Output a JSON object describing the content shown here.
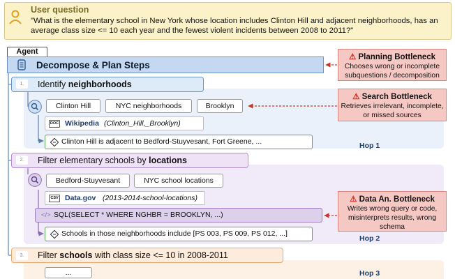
{
  "user_question": {
    "title": "User question",
    "text": "\"What is the elementary school in New York whose location includes Clinton Hill and adjacent  neighborhoods, has an average class size <= 10 each year and the fewest violent incidents between 2008 to 2011?\"",
    "icon": "user-icon"
  },
  "agent": {
    "tab_label": "Agent",
    "decompose_label": "Decompose & Plan Steps",
    "decompose_icon": "document-list-icon"
  },
  "steps": [
    {
      "num": "1.",
      "pre": "Identify ",
      "bold": "neighborhoods",
      "post": ""
    },
    {
      "num": "2.",
      "pre": "Filter elementary schools by ",
      "bold": "locations",
      "post": ""
    },
    {
      "num": "3.",
      "pre": "Filter ",
      "bold": "schools",
      "post": " with class size <= 10 in 2008-2011"
    }
  ],
  "hop1": {
    "label": "Hop 1",
    "search_terms": [
      "Clinton Hill",
      "NYC neighborhoods",
      "Brooklyn"
    ],
    "source_name": "Wikipedia",
    "source_detail": "(Clinton_Hill,_Brooklyn)",
    "source_icon_text": "DOC",
    "result": "Clinton Hill is adjacent to Bedford-Stuyvesant, Fort Greene, ..."
  },
  "hop2": {
    "label": "Hop 2",
    "search_terms": [
      "Bedford-Stuyvesant",
      "NYC school locations"
    ],
    "source_name": "Data.gov",
    "source_detail": "(2013-2014-school-locations)",
    "source_icon_text": "CSV",
    "query": "SQL(SELECT * WHERE NGHBR = BROOKLYN, ...)",
    "result": "Schools in those neighborhoods include [PS 003, PS 009, PS 012, ...]"
  },
  "hop3": {
    "label": "Hop 3",
    "placeholder": "..."
  },
  "bottlenecks": [
    {
      "title": "Planning Bottleneck",
      "lines": [
        "Chooses wrong or incomplete",
        "subquestions / decomposition"
      ]
    },
    {
      "title": "Search Bottleneck",
      "lines": [
        "Retrieves irrelevant, incomplete,",
        "or missed sources"
      ]
    },
    {
      "title": "Data An. Bottleneck",
      "lines": [
        "Writes wrong query or code,",
        "misinterprets results, wrong",
        "schema"
      ]
    }
  ],
  "colors": {
    "user_bg": "#fbf2c9",
    "agent_blue": "#c4d8f1",
    "hop1_bg": "#eaf1fa",
    "hop2_bg": "#f1eaf8",
    "hop3_bg": "#fdf0e4",
    "bottleneck_bg": "#f6c8c4",
    "dashed_arrow": "#c0392b",
    "result_border": "#5fa65a"
  }
}
